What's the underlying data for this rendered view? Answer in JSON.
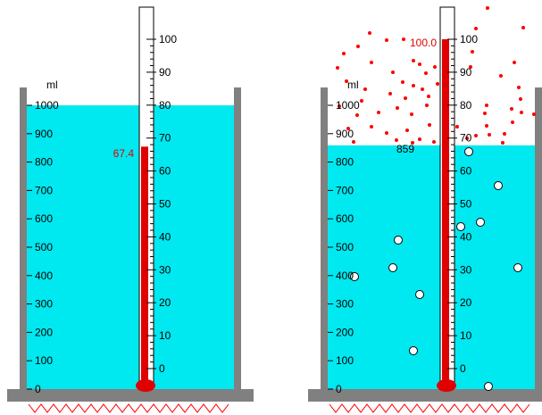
{
  "colors": {
    "water": "#00e8f0",
    "wall": "#808080",
    "mercury": "#e00000",
    "reading": "#e00000",
    "heater": "#ff0000",
    "bubble": "#ffffff",
    "text": "#000000"
  },
  "beaker_scale": {
    "unit": "ml",
    "labels": [
      "0",
      "100",
      "200",
      "300",
      "400",
      "500",
      "600",
      "700",
      "800",
      "900",
      "1000"
    ],
    "values": [
      0,
      100,
      200,
      300,
      400,
      500,
      600,
      700,
      800,
      900,
      1000
    ]
  },
  "thermometer_scale": {
    "labels": [
      "0",
      "10",
      "20",
      "30",
      "40",
      "50",
      "60",
      "70",
      "80",
      "90",
      "100"
    ],
    "values": [
      0,
      10,
      20,
      30,
      40,
      50,
      60,
      70,
      80,
      90,
      100
    ]
  },
  "left_beaker": {
    "volume_ml": 1000,
    "temperature": 67.4,
    "temperature_label": "67.4"
  },
  "right_beaker": {
    "volume_ml": 859,
    "volume_label": "859",
    "temperature": 100,
    "temperature_label": "100.0",
    "bubble_count": 13,
    "steam_droplet_count": 60
  }
}
